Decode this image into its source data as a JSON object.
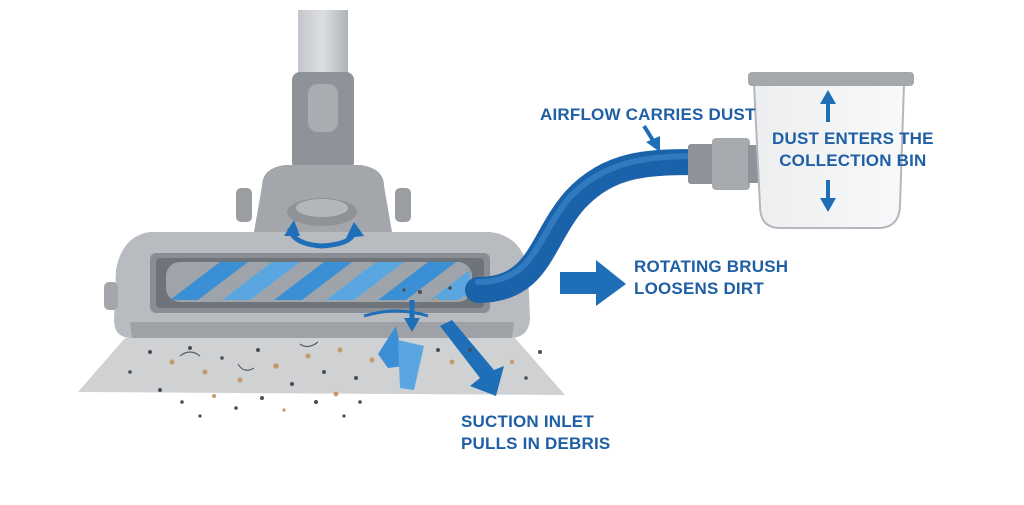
{
  "labels": {
    "airflow": "AIRFLOW CARRIES DUST",
    "bin_line1": "DUST ENTERS THE",
    "bin_line2": "COLLECTION BIN",
    "brush_line1": "ROTATING BRUSH",
    "brush_line2": "LOOSENS DIRT",
    "suction_line1": "SUCTION INLET",
    "suction_line2": "PULLS IN DEBRIS"
  },
  "colors": {
    "accent_blue": "#1f6fb8",
    "label_blue": "#1f5fa6",
    "body_gray": "#b9bdc2",
    "dark_gray": "#8e9399",
    "carpet_gray": "#d0d2d4",
    "bin_fill": "#f3f4f5"
  }
}
